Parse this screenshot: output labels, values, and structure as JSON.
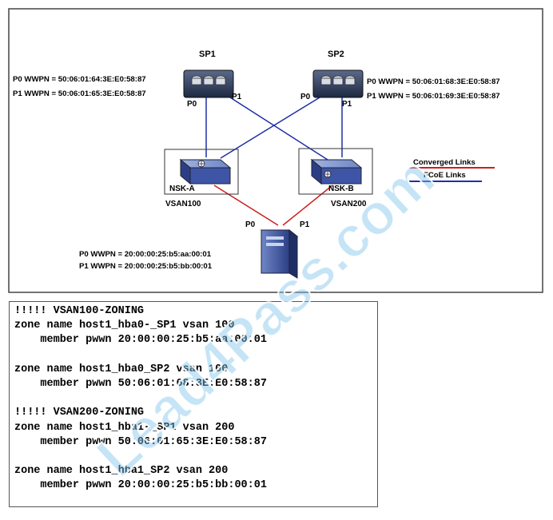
{
  "diagram": {
    "storage_processors": [
      {
        "id": "sp1",
        "label": "SP1",
        "port0": "P0",
        "port1": "P1",
        "p0_wwpn": "P0 WWPN = 50:06:01:64:3E:E0:58:87",
        "p1_wwpn": "P1 WWPN = 50:06:01:65:3E:E0:58:87"
      },
      {
        "id": "sp2",
        "label": "SP2",
        "port0": "P0",
        "port1": "P1",
        "p0_wwpn": "P0 WWPN = 50:06:01:68:3E:E0:58:87",
        "p1_wwpn": "P1 WWPN = 50:06:01:69:3E:E0:58:87"
      }
    ],
    "switches": [
      {
        "id": "nsk-a",
        "label": "NSK-A",
        "vsan": "VSAN100"
      },
      {
        "id": "nsk-b",
        "label": "NSK-B",
        "vsan": "VSAN200"
      }
    ],
    "host": {
      "port0": "P0",
      "port1": "P1",
      "p0_wwpn": "P0 WWPN = 20:00:00:25:b5:aa:00:01",
      "p1_wwpn": "P1 WWPN = 20:00:00:25:b5:bb:00:01"
    },
    "legend": [
      {
        "label": "Converged Links",
        "color": "#cc1f1f"
      },
      {
        "label": "FCoE Links",
        "color": "#1f2fa8"
      }
    ],
    "colors": {
      "converged": "#cc1f1f",
      "fcoe": "#1f2fa8",
      "frame": "#444444"
    }
  },
  "zoning_config": {
    "lines": [
      "!!!!! VSAN100-ZONING",
      "zone name host1_hba0-_SP1 vsan 100",
      "    member pwwn 20:00:00:25:b5:aa:00:01",
      "",
      "zone name host1_hba0_SP2 vsan 100",
      "    member pwwn 50:06:01:68:3E:E0:58:87",
      "",
      "!!!!! VSAN200-ZONING",
      "zone name host1_hba1-_SP1 vsan 200",
      "    member pwwn 50:06:01:65:3E:E0:58:87",
      "",
      "zone name host1_hba1_SP2 vsan 200",
      "    member pwwn 20:00:00:25:b5:bb:00:01"
    ]
  },
  "watermark": {
    "text": "Lead4Pass.com"
  }
}
